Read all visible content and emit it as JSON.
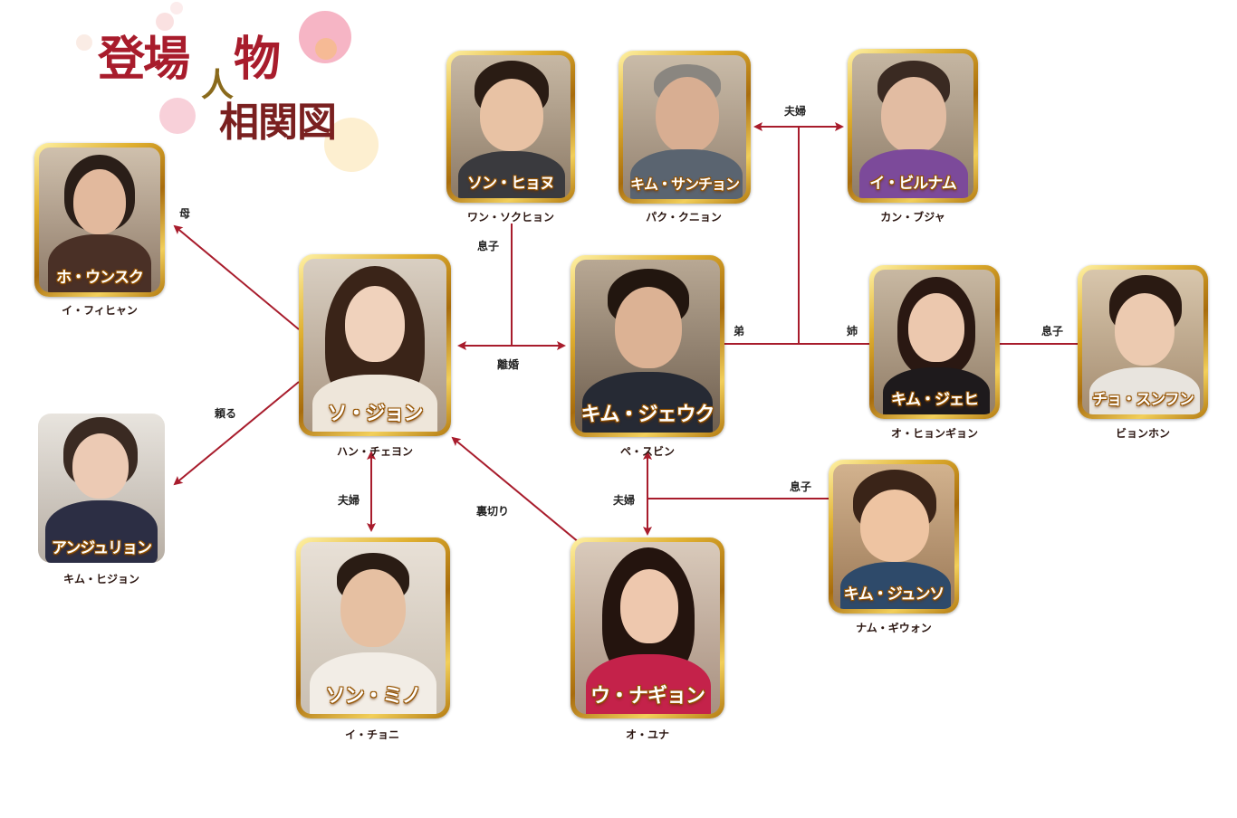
{
  "title": {
    "main": "登場",
    "ren": "人",
    "wu": "物",
    "sub": "相関図"
  },
  "colors": {
    "line": "#a81c2c",
    "gold": "#c99a2a",
    "title_red": "#a81c2c"
  },
  "characters": {
    "ho_unsuku": {
      "name": "ホ・ウンスク",
      "actor": "イ・フィヒャン"
    },
    "anjuryon": {
      "name": "アンジュリョン",
      "actor": "キム・ヒジョン"
    },
    "so_jon": {
      "name": "ソ・ジョン",
      "actor": "ハン・チェヨン"
    },
    "son_mino": {
      "name": "ソン・ミノ",
      "actor": "イ・チョニ"
    },
    "son_hyonu": {
      "name": "ソン・ヒョヌ",
      "actor": "ワン・ソクヒョン"
    },
    "kim_jeuku": {
      "name": "キム・ジェウク",
      "actor": "ペ・スビン"
    },
    "u_nagyon": {
      "name": "ウ・ナギョン",
      "actor": "オ・ユナ"
    },
    "kim_sanchon": {
      "name": "キム・サンチョン",
      "actor": "パク・クニョン"
    },
    "i_birunamu": {
      "name": "イ・ビルナム",
      "actor": "カン・ブジャ"
    },
    "kim_jehi": {
      "name": "キム・ジェヒ",
      "actor": "オ・ヒョンギョン"
    },
    "cho_sunfun": {
      "name": "チョ・スンフン",
      "actor": "ビョンホン"
    },
    "kim_junso": {
      "name": "キム・ジュンソ",
      "actor": "ナム・ギウォン"
    }
  },
  "relations": {
    "mother": "母",
    "rely": "頼る",
    "son_hyonu": "息子",
    "divorce": "離婚",
    "couple_mino": "夫婦",
    "betrayal": "裏切り",
    "couple_nagyon": "夫婦",
    "son_junso": "息子",
    "younger_brother": "弟",
    "older_sister": "姉",
    "son_sunfun": "息子",
    "couple_parents": "夫婦"
  }
}
